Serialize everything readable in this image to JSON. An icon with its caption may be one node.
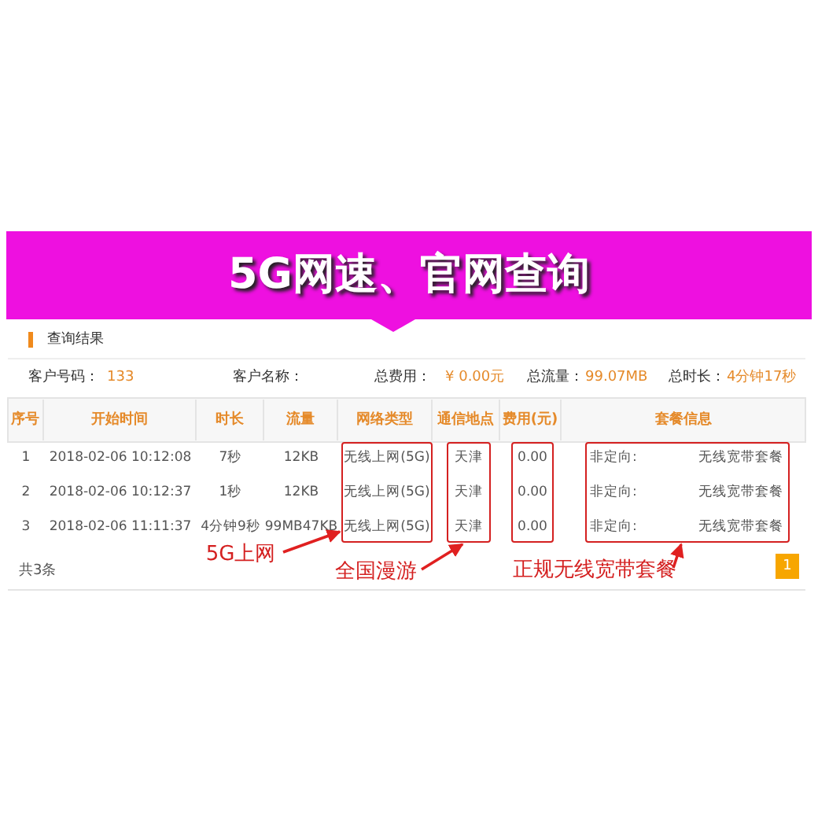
{
  "diagram": {
    "title": "5G网速、官网查询",
    "nodes": [
      {
        "text": [
          "5G上网"
        ]
      },
      {
        "text": [
          "无线上网(5G)",
          "无线上网(5G)",
          "无线上网(5G)"
        ]
      },
      {
        "text": [
          "全国漫游"
        ]
      },
      {
        "text": [
          "天津",
          "天津",
          "天津"
        ]
      },
      {
        "text": [
          "0.00",
          "0.00",
          "0.00"
        ]
      },
      {
        "text": [
          "正规无线宽带套餐"
        ]
      },
      {
        "text": [
          "非定向:",
          "无线宽带套餐",
          "非定向:",
          "无线宽带套餐",
          "非定向:",
          "无线宽带套餐"
        ]
      }
    ],
    "edges": [
      {
        "from": 0,
        "to": 1,
        "arrow": "to"
      },
      {
        "from": 2,
        "to": 3,
        "arrow": "to"
      },
      {
        "from": 5,
        "to": 6,
        "arrow": "to"
      }
    ],
    "labels": [
      "查询结果",
      "客户号码：",
      "133",
      "客户名称：",
      "总费用：",
      "¥ 0.00元",
      "总流量：",
      "99.07MB",
      "总时长：",
      "4分钟17秒",
      "序号",
      "开始时间",
      "时长",
      "流量",
      "网络类型",
      "通信地点",
      "费用(元)",
      "套餐信息",
      "1",
      "2018-02-06 10:12:08",
      "7秒",
      "12KB",
      "2",
      "2018-02-06 10:12:37",
      "1秒",
      "12KB",
      "3",
      "2018-02-06 11:11:37",
      "4分钟9秒",
      "99MB47KB",
      "共3条",
      "1"
    ]
  }
}
